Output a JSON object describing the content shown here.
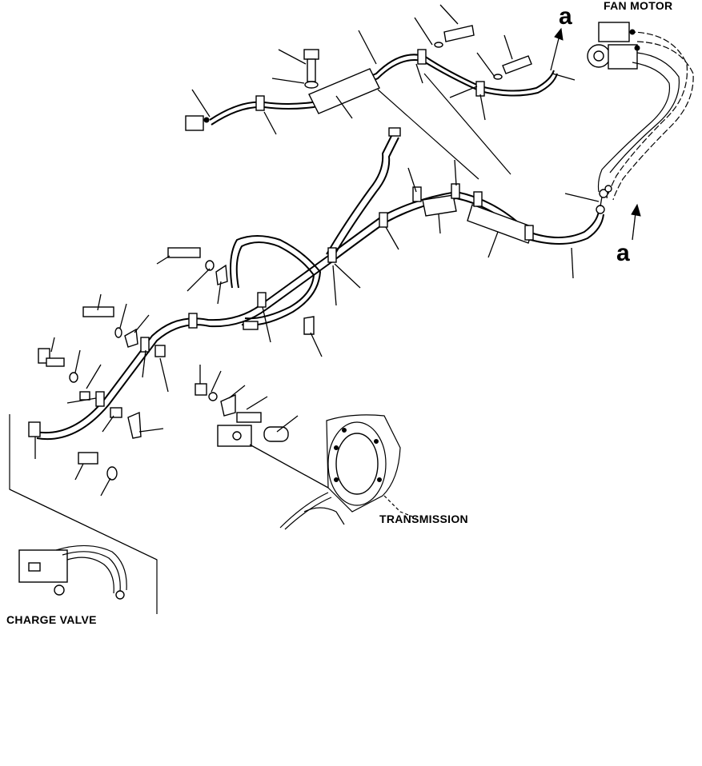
{
  "labels": {
    "fan_motor": "FAN MOTOR",
    "transmission": "TRANSMISSION",
    "charge_valve": "CHARGE VALVE",
    "ref_a_top": "a",
    "ref_a_right": "a"
  }
}
